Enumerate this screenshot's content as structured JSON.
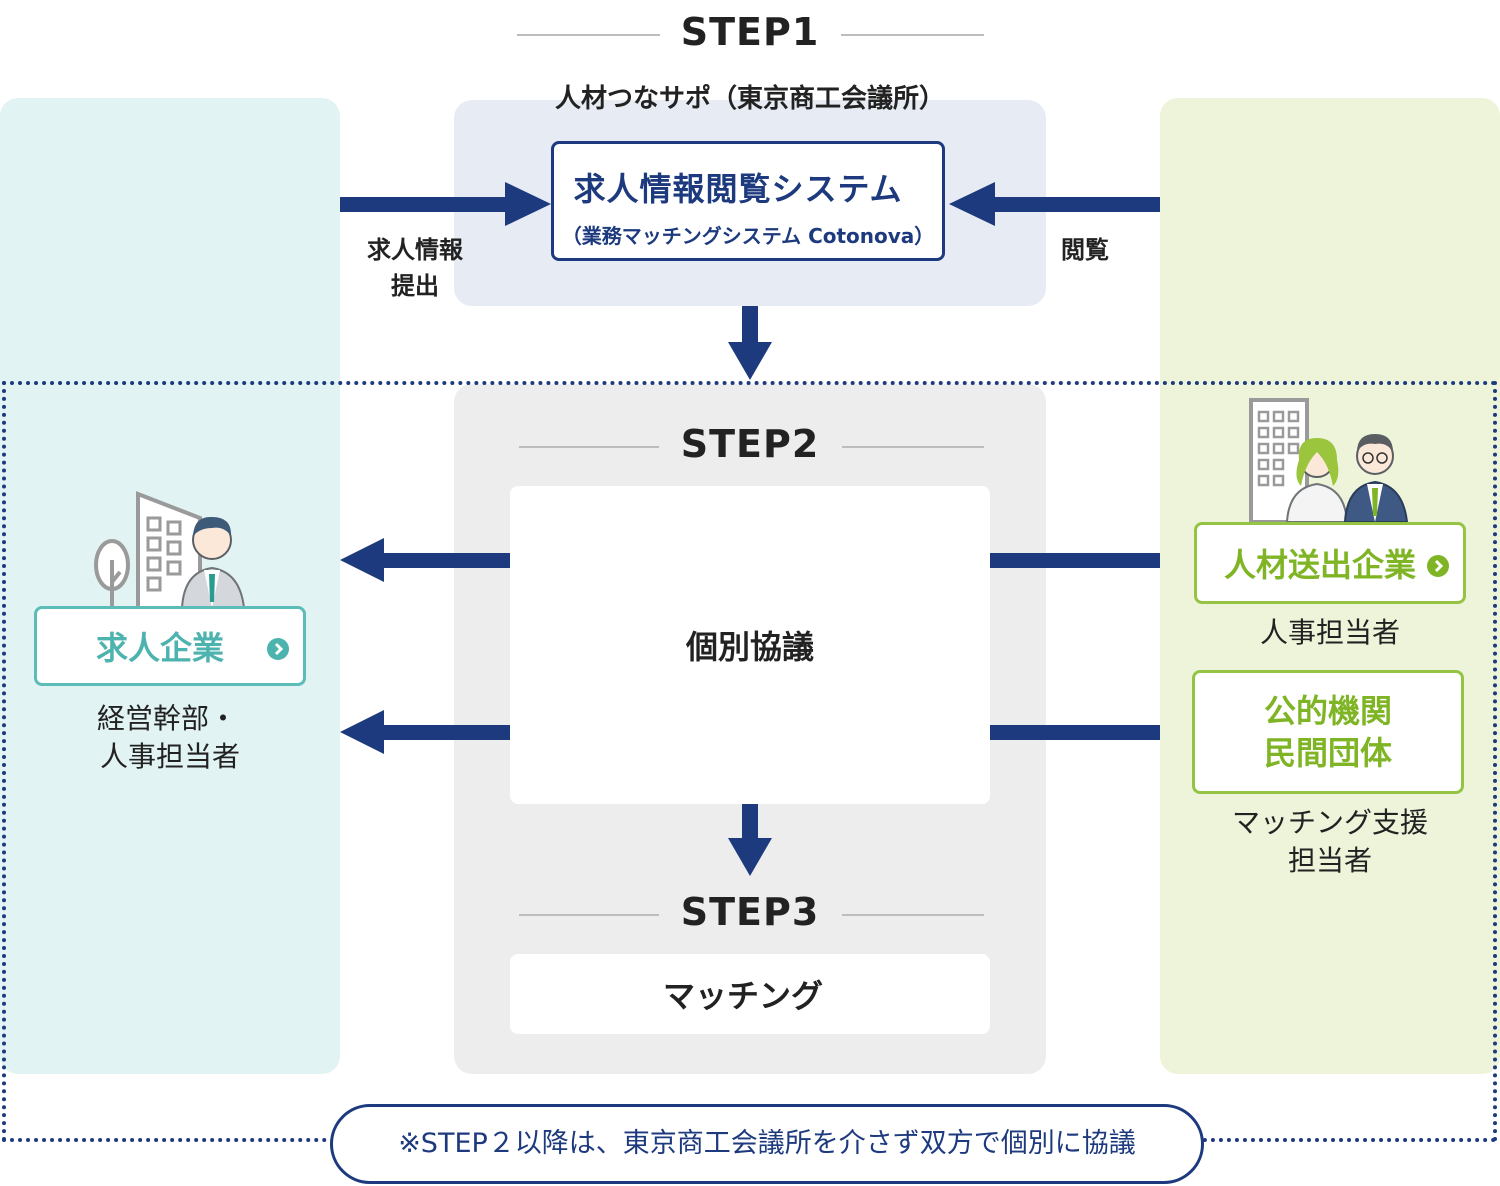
{
  "step1": {
    "title": "STEP1"
  },
  "organization": {
    "title": "人材つなサポ（東京商工会議所）"
  },
  "system": {
    "title": "求人情報閲覧システム",
    "subtitle": "（業務マッチングシステム Cotonova）"
  },
  "arrows": {
    "submit_label_line1": "求人情報",
    "submit_label_line2": "提出",
    "view_label": "閲覧"
  },
  "step2": {
    "title": "STEP2",
    "box_text": "個別協議"
  },
  "step3": {
    "title": "STEP3",
    "box_text": "マッチング"
  },
  "left_party": {
    "name": "求人企業",
    "desc_line1": "経営幹部・",
    "desc_line2": "人事担当者",
    "icon": "office-building-businessman-icon"
  },
  "right_party_1": {
    "name": "人材送出企業",
    "desc": "人事担当者",
    "icon": "office-building-staff-icon"
  },
  "right_party_2": {
    "name_line1": "公的機関",
    "name_line2": "民間団体",
    "desc_line1": "マッチング支援",
    "desc_line2": "担当者"
  },
  "note": {
    "text": "※STEP２以降は、東京商工会議所を介さず双方で個別に協議"
  },
  "colors": {
    "navy": "#1d3a7e",
    "teal": "#4db3ae",
    "green": "#7fb525",
    "left_bg": "#e1f3f2",
    "right_bg": "#edf4da"
  }
}
